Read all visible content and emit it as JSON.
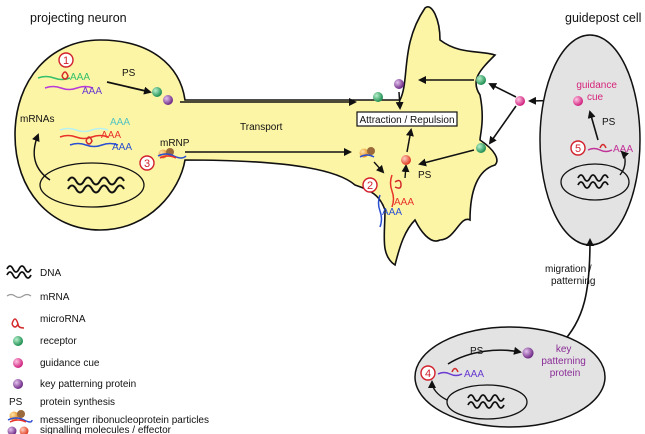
{
  "titles": {
    "projecting_neuron": "projecting neuron",
    "guidepost_cell": "guidepost cell"
  },
  "labels": {
    "ps": "PS",
    "mrnas": "mRNAs",
    "mrnp": "mRNP",
    "transport": "Transport",
    "attraction_repulsion": "Attraction / Repulsion",
    "guidance_cue": "guidance cue",
    "migration_patterning": "migration / patterning",
    "key_patterning_protein": "key patterning protein",
    "aaa": "AAA"
  },
  "steps": [
    "1",
    "2",
    "3",
    "4",
    "5"
  ],
  "legend": [
    {
      "icon": "dna-icon",
      "label": "DNA"
    },
    {
      "icon": "mrna-icon",
      "label": "mRNA"
    },
    {
      "icon": "microrna-icon",
      "label": "microRNA"
    },
    {
      "icon": "receptor-icon",
      "label": "receptor"
    },
    {
      "icon": "guidance-cue-icon",
      "label": "guidance cue"
    },
    {
      "icon": "key-patterning-protein-icon",
      "label": "key patterning protein"
    },
    {
      "icon": "ps-icon",
      "label": "protein synthesis",
      "symbol": "PS"
    },
    {
      "icon": "mrnp-icon",
      "label": "messenger ribonucleoprotein particles"
    },
    {
      "icon": "signalling-molecules-icon",
      "label": "signalling molecules / effector"
    }
  ],
  "colors": {
    "neuron_fill": "#fdf5a6",
    "guidepost_fill": "#e3e3e3",
    "receptor": "#2aa865",
    "guidance_cue": "#e0318c",
    "key_patterning": "#8a3d9c",
    "effector_red": "#ee5b3c",
    "microrna": "#d32a2a",
    "step_red": "#d21f2b"
  }
}
